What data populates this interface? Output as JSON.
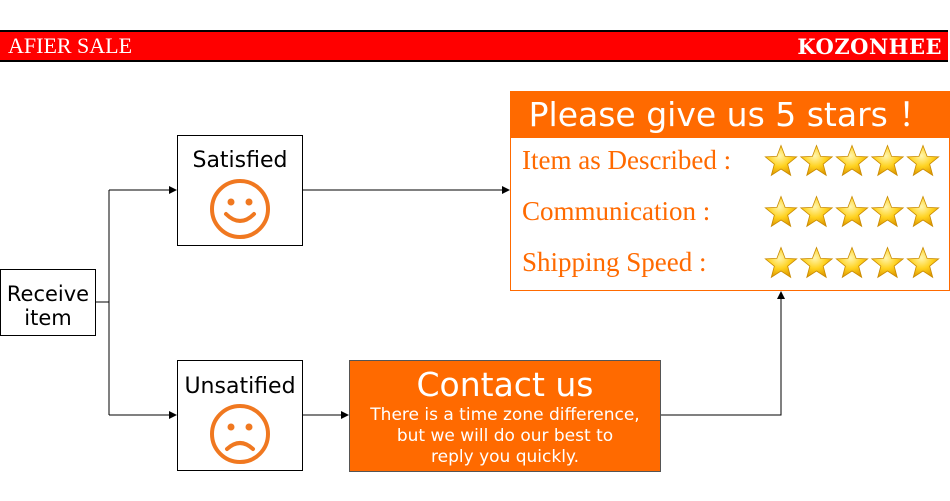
{
  "banner": {
    "title": "AFIER SALE",
    "brand": "KOZONHEE",
    "color": "#ff0000"
  },
  "nodes": {
    "receive": [
      "Receive",
      "item"
    ],
    "satisfied": "Satisfied",
    "unsatisfied": "Unsatified"
  },
  "faces": {
    "satisfied": "smiling-face-icon",
    "unsatisfied": "frowning-face-icon",
    "color": "#f07820"
  },
  "contact": {
    "title": "Contact us",
    "lines": [
      "There is a time zone difference,",
      "but we will do our best to",
      "reply you quickly."
    ],
    "color": "#ff6a00"
  },
  "rating": {
    "header": "Please give us 5 stars ！",
    "rows": [
      {
        "label": "Item as Described :",
        "stars": 5
      },
      {
        "label": "Communication :",
        "stars": 5
      },
      {
        "label": "Shipping Speed :",
        "stars": 5
      }
    ],
    "accent": "#ff6a00",
    "star_icon": "gold-star-icon"
  }
}
